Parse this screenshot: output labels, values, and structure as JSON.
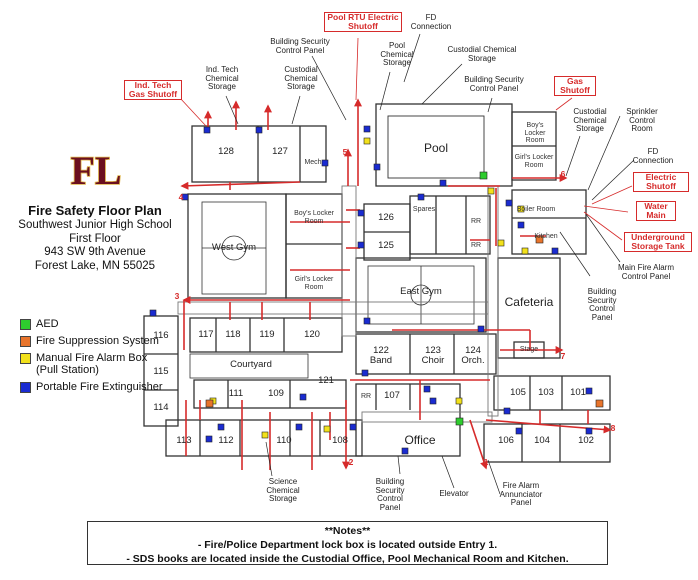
{
  "header": {
    "title": "Fire Safety Floor Plan",
    "school": "Southwest Junior High School",
    "floor": "First Floor",
    "street": "943 SW 9th Avenue",
    "city": "Forest Lake, MN  55025",
    "logo_text": "FL"
  },
  "legend": [
    {
      "label": "AED",
      "color": "#2ecc2e"
    },
    {
      "label": "Fire Suppression System",
      "color": "#e8742b"
    },
    {
      "label": "Manual Fire Alarm Box (Pull Station)",
      "color": "#f2e11b"
    },
    {
      "label": "Portable Fire Extinguisher",
      "color": "#1a2bd1"
    }
  ],
  "callouts": {
    "ind_tech_gas": "Ind. Tech Gas Shutoff",
    "pool_rtu": "Pool RTU Electric Shutoff",
    "gas_shutoff": "Gas Shutoff",
    "electric_shutoff": "Electric Shutoff",
    "water_main": "Water Main",
    "underground_tank": "Underground Storage Tank",
    "ind_tech_chem": "Ind. Tech Chemical Storage",
    "custodial_chem_1": "Custodial Chemical Storage",
    "bsc_top": "Building Security Control Panel",
    "pool_chem": "Pool Chemical Storage",
    "fd_connection_top": "FD Connection",
    "custodial_storage": "Custodial Chemical Storage",
    "bsc_pool": "Building Security Control Panel",
    "custodial_chem_right": "Custodial Chemical Storage",
    "sprinkler_room": "Sprinkler Control Room",
    "fd_connection_right": "FD Connection",
    "fire_alarm_panel": "Main Fire Alarm Control Panel",
    "bsc_cafe": "Building Security Control Panel",
    "science_chem": "Science Chemical Storage",
    "bsc_office": "Building Security Control Panel",
    "elevator": "Elevator",
    "annunciator": "Fire Alarm Annunciator Panel"
  },
  "rooms": {
    "r128": "128",
    "r127": "127",
    "mech": "Mech",
    "west_gym": "West Gym",
    "boys_locker": "Boy's Locker Room",
    "girls_locker": "Girl's Locker Room",
    "pool": "Pool",
    "boys_locker_pool": "Boy's Locker Room",
    "girls_locker_pool": "Girl's Locker Room",
    "r126": "126",
    "r125": "125",
    "spares": "Spares",
    "rr1": "RR",
    "rr2": "RR",
    "boiler": "Boiler Room",
    "kitchen": "Kitchen",
    "east_gym": "East Gym",
    "cafeteria": "Cafeteria",
    "stage": "Stage",
    "r116": "116",
    "r117": "117",
    "r118": "118",
    "r119": "119",
    "r120": "120",
    "r115": "115",
    "r114": "114",
    "r113": "113",
    "courtyard": "Courtyard",
    "r111": "111",
    "r109": "109",
    "r121": "121",
    "r112": "112",
    "r110": "110",
    "r108": "108",
    "r122": "122 Band",
    "r123": "123 Choir",
    "r124": "124 Orch.",
    "rr3": "RR",
    "r107": "107",
    "office": "Office",
    "r105": "105",
    "r103": "103",
    "r101": "101",
    "r106": "106",
    "r104": "104",
    "r102": "102"
  },
  "exits": [
    "1",
    "2",
    "3",
    "4",
    "5",
    "6",
    "7",
    "8"
  ],
  "notes": {
    "heading": "**Notes**",
    "line1": "- Fire/Police Department lock box is located outside Entry 1.",
    "line2": "- SDS books are located inside the Custodial Office, Pool Mechanical Room and Kitchen."
  }
}
